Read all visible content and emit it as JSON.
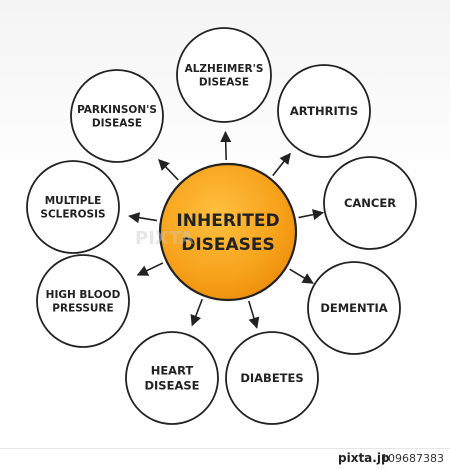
{
  "center": {
    "line1": "INHERITED",
    "line2": "DISEASES",
    "color": "#f7a21b"
  },
  "nodes": [
    {
      "id": "alzheimers",
      "lines": [
        "ALZHEIMER'S",
        "DISEASE"
      ]
    },
    {
      "id": "arthritis",
      "lines": [
        "ARTHRITIS"
      ]
    },
    {
      "id": "cancer",
      "lines": [
        "CANCER"
      ]
    },
    {
      "id": "dementia",
      "lines": [
        "DEMENTIA"
      ]
    },
    {
      "id": "diabetes",
      "lines": [
        "DIABETES"
      ]
    },
    {
      "id": "heart-disease",
      "lines": [
        "HEART",
        "DISEASE"
      ]
    },
    {
      "id": "high-blood-pressure",
      "lines": [
        "HIGH BLOOD",
        "PRESSURE"
      ]
    },
    {
      "id": "multiple-sclerosis",
      "lines": [
        "MULTIPLE",
        "SCLEROSIS"
      ]
    },
    {
      "id": "parkinsons",
      "lines": [
        "PARKINSON'S",
        "DISEASE"
      ]
    }
  ],
  "colors": {
    "stroke": "#222222",
    "node_fill": "#ffffff",
    "text": "#222222"
  },
  "footer": {
    "logo": "pixta.jp",
    "stock_id": "109687383"
  },
  "watermark": "PIXTA"
}
